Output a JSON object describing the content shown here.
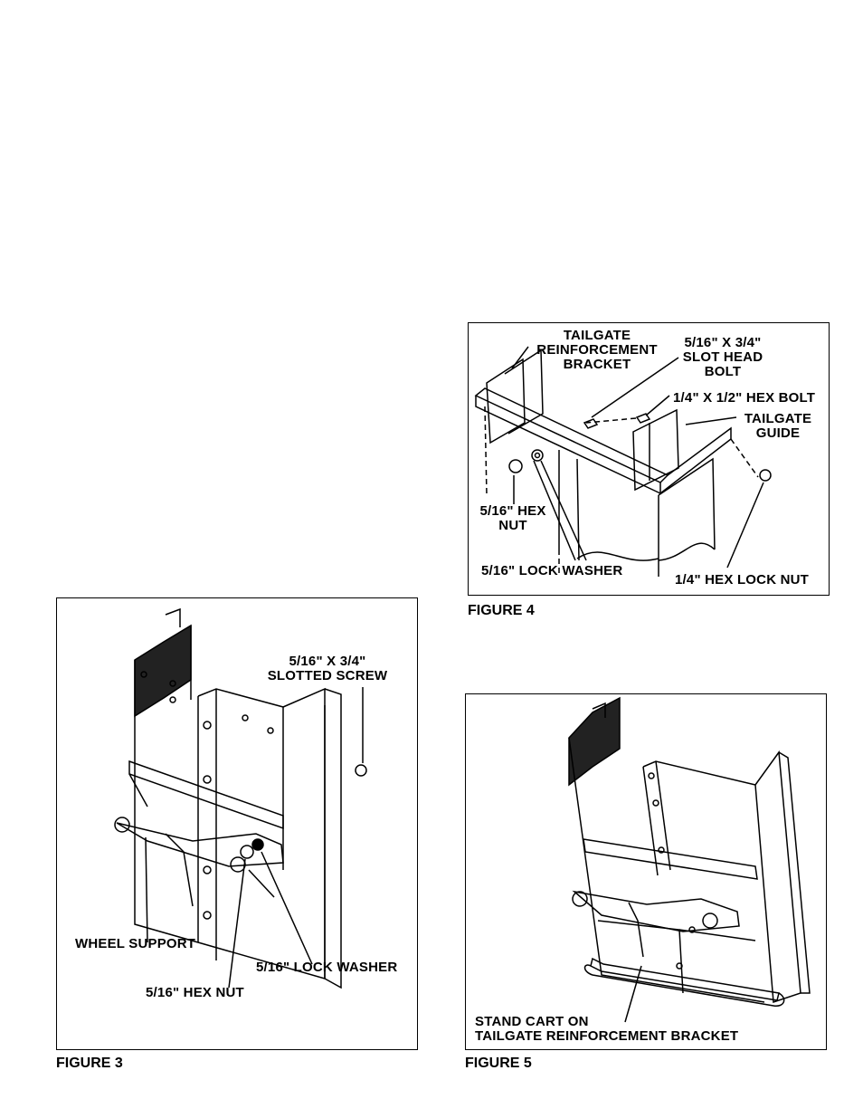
{
  "figure3": {
    "caption": "FIGURE 3",
    "labels": {
      "slotted_screw_line1": "5/16\" x 3/4\"",
      "slotted_screw_line2": "SLOTTED SCREW",
      "wheel_support": "WHEEL SUPPORT",
      "lock_washer": "5/16\" LOCK WASHER",
      "hex_nut": "5/16\" HEX NUT"
    }
  },
  "figure4": {
    "caption": "FIGURE 4",
    "labels": {
      "tailgate_bracket_line1": "TAILGATE",
      "tailgate_bracket_line2": "REINFORCEMENT",
      "tailgate_bracket_line3": "BRACKET",
      "slot_head_bolt_line1": "5/16\" x 3/4\"",
      "slot_head_bolt_line2": "SLOT HEAD",
      "slot_head_bolt_line3": "BOLT",
      "hex_bolt": "1/4\" x 1/2\" HEX BOLT",
      "tailgate_guide_line1": "TAILGATE",
      "tailgate_guide_line2": "GUIDE",
      "hex_nut_line1": "5/16\" HEX",
      "hex_nut_line2": "NUT",
      "lock_washer": "5/16\" LOCK WASHER",
      "hex_lock_nut": "1/4\" HEX LOCK NUT"
    }
  },
  "figure5": {
    "caption": "FIGURE 5",
    "labels": {
      "stand_cart_line1": "STAND CART ON",
      "stand_cart_line2": "TAILGATE REINFORCEMENT BRACKET"
    }
  }
}
